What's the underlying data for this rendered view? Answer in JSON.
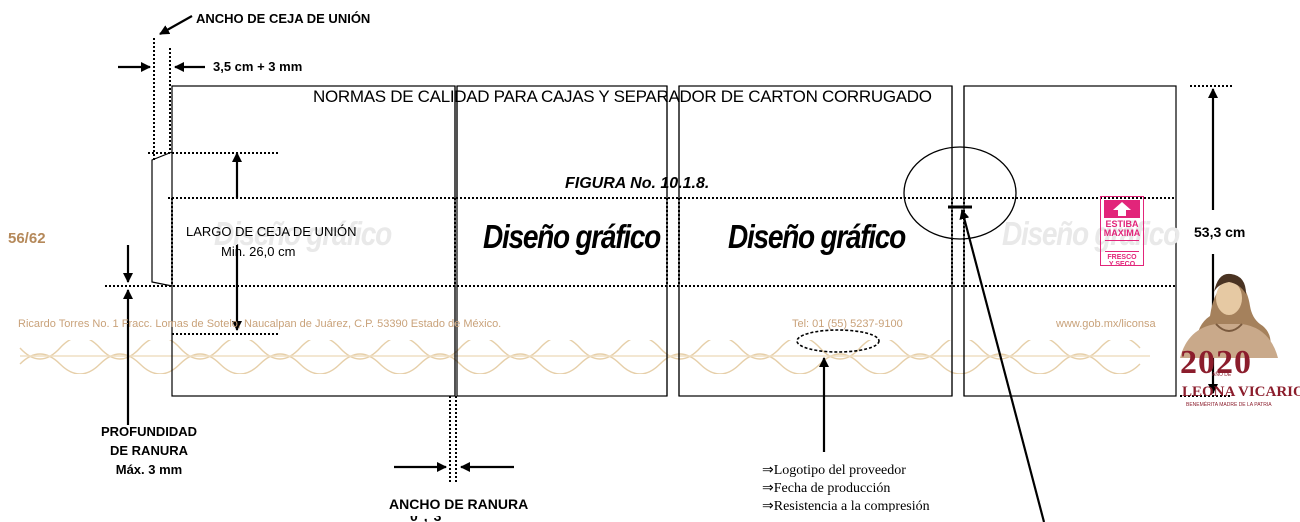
{
  "header": {
    "title": "NORMAS DE CALIDAD PARA CAJAS Y SEPARADOR DE CARTON CORRUGADO",
    "figure": "FIGURA  No. 10.1.8."
  },
  "page_number": "56/62",
  "labels": {
    "ancho_ceja": "ANCHO DE CEJA  DE UNIÓN",
    "ancho_ceja_value": "3,5 cm + 3  mm",
    "largo_ceja": "LARGO DE CEJA DE UNIÓN",
    "largo_ceja_min": "Min.  26,0 cm",
    "profundidad_1": "PROFUNDIDAD",
    "profundidad_2": "DE RANURA",
    "profundidad_3": "Máx. 3 mm",
    "ancho_ranura": "ANCHO DE RANURA",
    "height_value": "53,3 cm"
  },
  "panels": {
    "design_text": "Diseño gráfico"
  },
  "stamp": {
    "line1": "ESTIBA",
    "line2": "MAXIMA",
    "line3": "FRESCO",
    "line4": "Y SECO"
  },
  "list_items": [
    "Logotipo del proveedor",
    "Fecha de producción",
    "Resistencia a la compresión"
  ],
  "list_arrow": "⇒",
  "footer": {
    "address": "Ricardo Torres No. 1 Fracc. Lomas de Sotelo, Naucalpan de Juárez, C.P. 53390 Estado de México.",
    "phone": "Tel: 01 (55) 5237-9100",
    "web": "www.gob.mx/liconsa"
  },
  "seal": {
    "year": "2020",
    "name": "LEONA VICARIO",
    "tagline": "BENEMÉRITA MADRE DE LA PATRIA",
    "ano_de": "AÑO DE"
  },
  "colors": {
    "page_number": "#b5895a",
    "footer_text": "#c9a27a",
    "ornament": "#d9b98c",
    "stamp": "#e2257a",
    "seal": "#8b1d2c"
  }
}
